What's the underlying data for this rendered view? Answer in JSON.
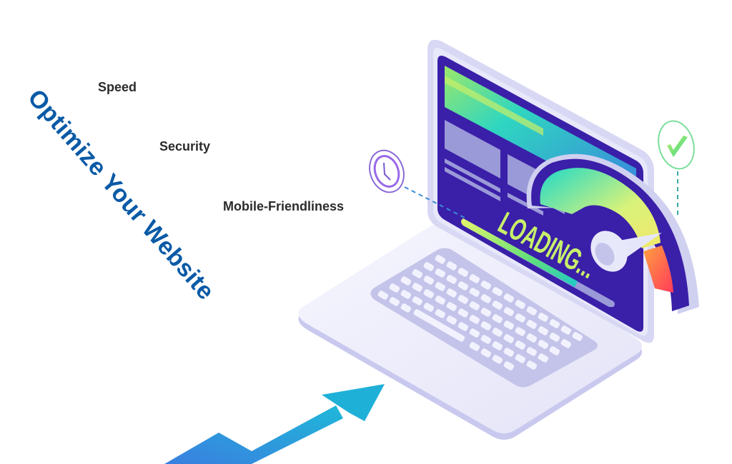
{
  "headline": "Optimize Your Website",
  "features": [
    {
      "label": "Speed"
    },
    {
      "label": "Security"
    },
    {
      "label": "Mobile-Friendliness"
    }
  ],
  "screen": {
    "loading_text": "LOADING...",
    "progress_percent": 75
  },
  "icons": {
    "left": "clock-icon",
    "right": "checkmark-icon",
    "gauge": "speedometer-icon",
    "arrow": "growth-arrow-icon"
  },
  "colors": {
    "headline": "#0a5aa6",
    "feature_text": "#2b2b2b",
    "screen": "#3a1fa8",
    "bezel": "#dcdcf5",
    "arrow": "#1fa8d8"
  }
}
